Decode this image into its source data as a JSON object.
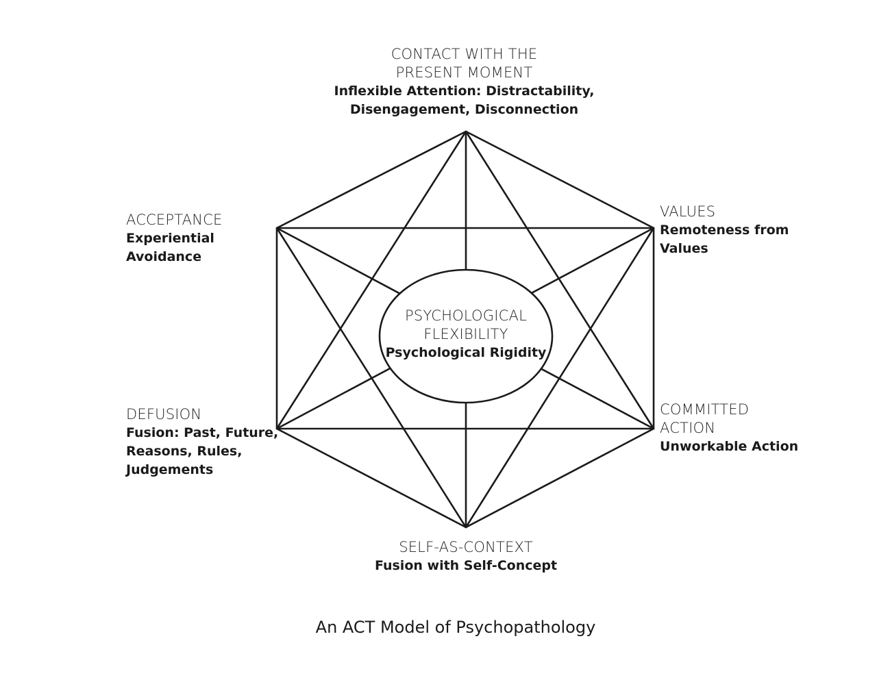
{
  "nodes": {
    "top": {
      "heading": "CONTACT WITH THE\nPRESENT MOMENT",
      "sub": "Inflexible Attention: Distractability,\nDisengagement, Disconnection"
    },
    "values": {
      "heading": "VALUES",
      "sub": "Remoteness from\nValues"
    },
    "acceptance": {
      "heading": "ACCEPTANCE",
      "sub": "Experiential Avoidance"
    },
    "center": {
      "heading": "PSYCHOLOGICAL\nFLEXIBILITY",
      "sub": "Psychological Rigidity"
    },
    "defusion": {
      "heading": "DEFUSION",
      "sub": "Fusion: Past, Future,\nReasons, Rules,\nJudgements"
    },
    "committed": {
      "heading": "COMMITTED\nACTION",
      "sub": "Unworkable Action"
    },
    "bottom": {
      "heading": "SELF-AS-CONTEXT",
      "sub": "Fusion with Self-Concept"
    }
  },
  "caption": "An ACT Model of Psychopathology"
}
